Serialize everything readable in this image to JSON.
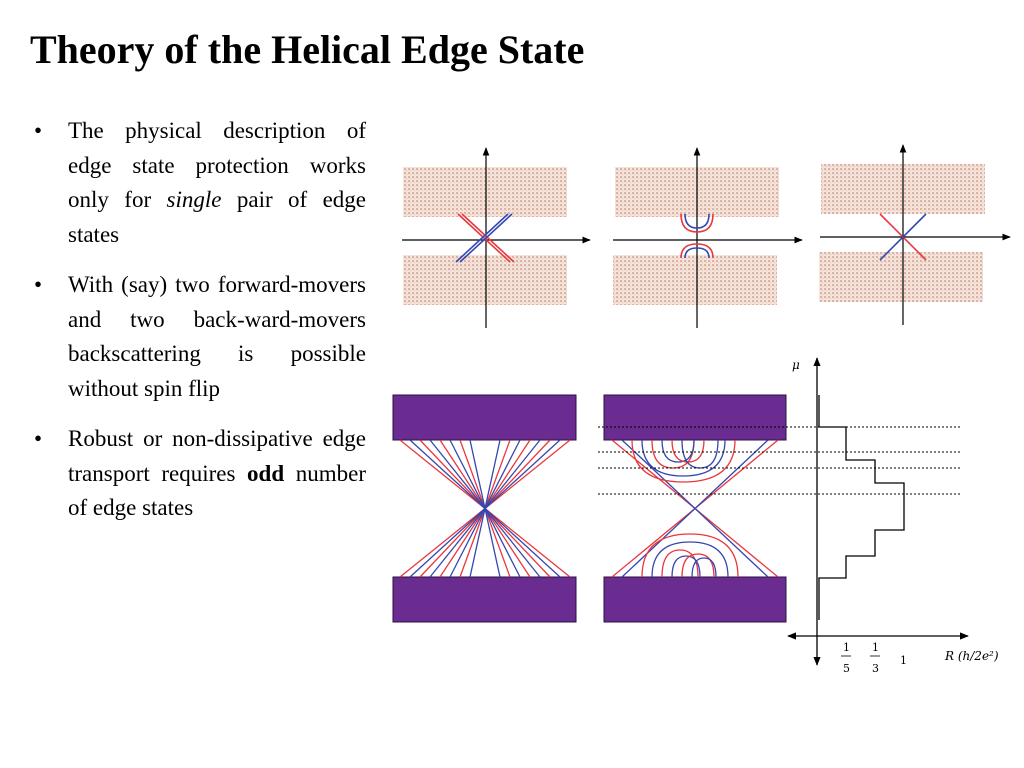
{
  "slide": {
    "title": "Theory of the Helical Edge State"
  },
  "bullets": [
    {
      "parts": [
        {
          "text": "The physical description of edge state protection works only for ",
          "style": "normal"
        },
        {
          "text": "single",
          "style": "italic"
        },
        {
          "text": " pair of edge states",
          "style": "normal"
        }
      ]
    },
    {
      "parts": [
        {
          "text": "With (say) two forward-movers and two back-ward-movers backscattering is possible without spin flip",
          "style": "normal"
        }
      ]
    },
    {
      "parts": [
        {
          "text": "Robust or non-dissipative edge transport requires ",
          "style": "normal"
        },
        {
          "text": "odd",
          "style": "bold"
        },
        {
          "text": " number of edge states",
          "style": "normal"
        }
      ]
    }
  ],
  "graph": {
    "y_axis_label": "μ",
    "x_axis_label": "R (h/2e²)",
    "tick_labels": [
      {
        "num": "1",
        "den": "5"
      },
      {
        "num": "1",
        "den": "3"
      },
      {
        "num": "1",
        "den": ""
      }
    ]
  },
  "colors": {
    "band_fill": "#efd7cc",
    "bar_fill": "#6a2c91",
    "red_line": "#e8383d",
    "blue_line": "#3547b0",
    "axis": "#000000"
  }
}
